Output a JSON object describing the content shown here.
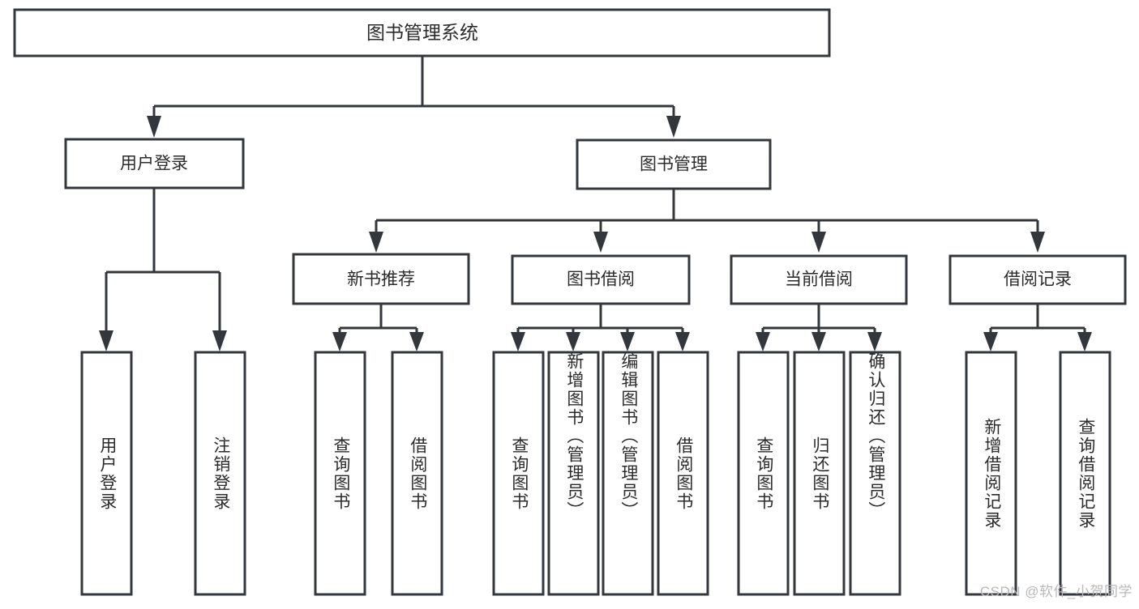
{
  "diagram": {
    "type": "tree-hierarchy-chart",
    "title_node": {
      "id": "root",
      "label": "图书管理系统"
    },
    "level1": [
      {
        "id": "user-login",
        "label": "用户登录"
      },
      {
        "id": "book-management",
        "label": "图书管理"
      }
    ],
    "level2": [
      {
        "id": "new-book-recommend",
        "label": "新书推荐",
        "parent": "book-management"
      },
      {
        "id": "book-borrow",
        "label": "图书借阅",
        "parent": "book-management"
      },
      {
        "id": "current-borrow",
        "label": "当前借阅",
        "parent": "book-management"
      },
      {
        "id": "borrow-record",
        "label": "借阅记录",
        "parent": "book-management"
      }
    ],
    "leaves": {
      "user_login": [
        {
          "id": "leaf-user-login",
          "label": "用户登录"
        },
        {
          "id": "leaf-logout-login",
          "label": "注销登录"
        }
      ],
      "new_book_recommend": [
        {
          "id": "leaf-query-book-1",
          "label": "查询图书"
        },
        {
          "id": "leaf-borrow-book-1",
          "label": "借阅图书"
        }
      ],
      "book_borrow": [
        {
          "id": "leaf-query-book-2",
          "label": "查询图书"
        },
        {
          "id": "leaf-add-book-admin",
          "label": "新增图书（管理员）"
        },
        {
          "id": "leaf-edit-book-admin",
          "label": "编辑图书（管理员）"
        },
        {
          "id": "leaf-borrow-book-2",
          "label": "借阅图书"
        }
      ],
      "current_borrow": [
        {
          "id": "leaf-query-book-3",
          "label": "查询图书"
        },
        {
          "id": "leaf-return-book",
          "label": "归还图书"
        },
        {
          "id": "leaf-confirm-return-admin",
          "label": "确认归还（管理员）"
        }
      ],
      "borrow_record": [
        {
          "id": "leaf-add-borrow-record",
          "label": "新增借阅记录"
        },
        {
          "id": "leaf-query-borrow-record",
          "label": "查询借阅记录"
        }
      ]
    },
    "watermark": "CSDN @软件_小贺同学",
    "colors": {
      "stroke": "#33373b",
      "fill": "#ffffff",
      "text": "#2b2b2b",
      "background": "#ffffff",
      "watermark": "#b9b9b9"
    }
  }
}
